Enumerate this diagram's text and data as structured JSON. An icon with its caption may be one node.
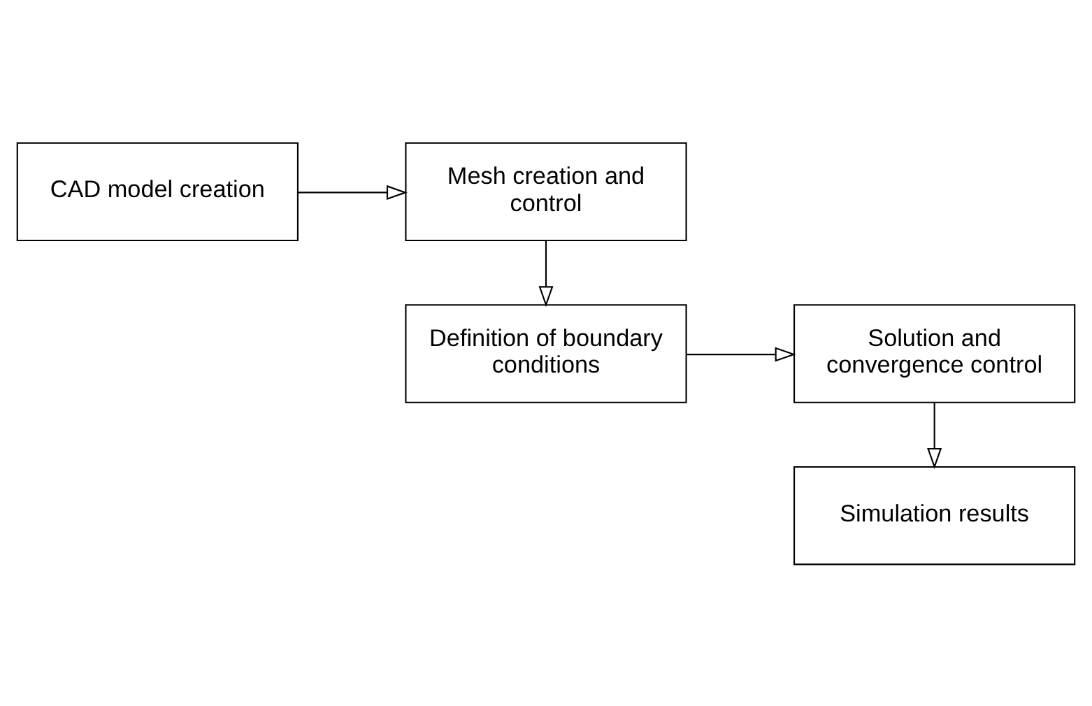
{
  "diagram": {
    "nodes": [
      {
        "text": [
          "CAD model creation"
        ]
      },
      {
        "text": [
          "Mesh creation and control"
        ]
      },
      {
        "text": [
          "Definition of boundary conditions"
        ]
      },
      {
        "text": [
          "Solution and convergence control"
        ]
      },
      {
        "text": [
          "Simulation results"
        ]
      }
    ],
    "edges": [
      {
        "from": 0,
        "to": 1,
        "arrow": "to"
      },
      {
        "from": 1,
        "to": 2,
        "arrow": "to"
      },
      {
        "from": 2,
        "to": 3,
        "arrow": "to"
      },
      {
        "from": 3,
        "to": 4,
        "arrow": "to"
      }
    ]
  }
}
